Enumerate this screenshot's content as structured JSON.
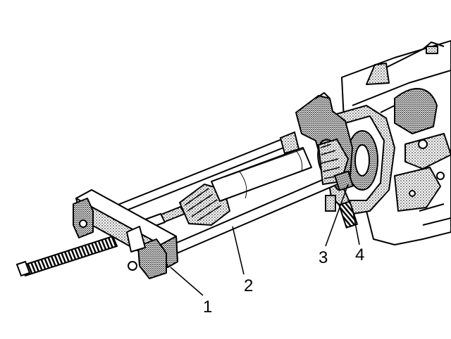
{
  "figure": {
    "callouts": [
      {
        "id": "1",
        "label": "1"
      },
      {
        "id": "2",
        "label": "2"
      },
      {
        "id": "3",
        "label": "3"
      },
      {
        "id": "4",
        "label": "4"
      }
    ]
  },
  "colors": {
    "line": "#000000",
    "paper": "#ffffff",
    "shade": "#9a9a9a",
    "light_shade": "#c8c8c8"
  }
}
